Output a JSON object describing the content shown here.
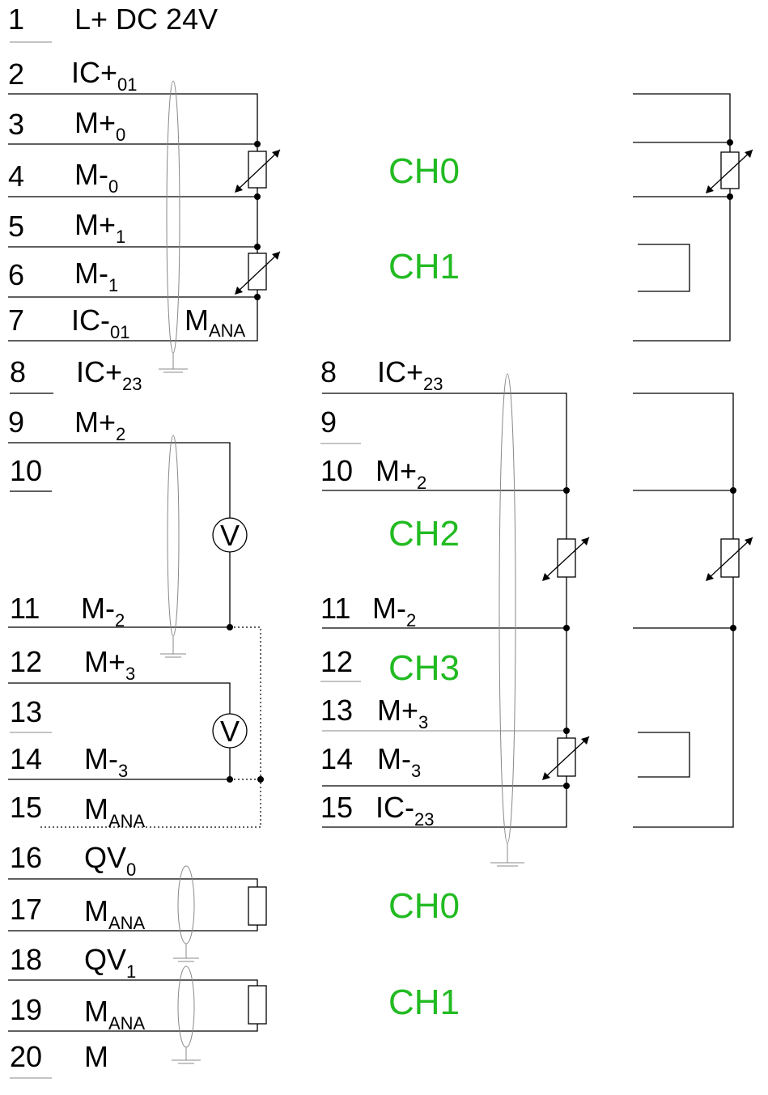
{
  "pins": [
    {
      "num": "1",
      "sig": "L+  DC 24V",
      "sub": ""
    },
    {
      "num": "2",
      "sig": "IC+",
      "sub": "01"
    },
    {
      "num": "3",
      "sig": "M+",
      "sub": "0"
    },
    {
      "num": "4",
      "sig": "M-",
      "sub": "0"
    },
    {
      "num": "5",
      "sig": "M+",
      "sub": "1"
    },
    {
      "num": "6",
      "sig": "M-",
      "sub": "1"
    },
    {
      "num": "7",
      "sig": "IC-",
      "sub": "01"
    },
    {
      "num": "8",
      "sig": "IC+",
      "sub": "23"
    },
    {
      "num": "9",
      "sig": "M+",
      "sub": "2"
    },
    {
      "num": "10",
      "sig": "",
      "sub": ""
    },
    {
      "num": "11",
      "sig": "M-",
      "sub": "2"
    },
    {
      "num": "12",
      "sig": "M+",
      "sub": "3"
    },
    {
      "num": "13",
      "sig": "",
      "sub": ""
    },
    {
      "num": "14",
      "sig": "M-",
      "sub": "3"
    },
    {
      "num": "15",
      "sig": "M",
      "sub": "ANA"
    },
    {
      "num": "16",
      "sig": "QV",
      "sub": "0"
    },
    {
      "num": "17",
      "sig": "M",
      "sub": "ANA"
    },
    {
      "num": "18",
      "sig": "QV",
      "sub": "1"
    },
    {
      "num": "19",
      "sig": "M",
      "sub": "ANA"
    },
    {
      "num": "20",
      "sig": "M",
      "sub": ""
    }
  ],
  "mana_label": {
    "sig": "M",
    "sub": "ANA"
  },
  "mid_pins": [
    {
      "num": "8",
      "sig": "IC+",
      "sub": "23"
    },
    {
      "num": "9",
      "sig": "",
      "sub": ""
    },
    {
      "num": "10",
      "sig": "M+",
      "sub": "2"
    },
    {
      "num": "11",
      "sig": "M-",
      "sub": "2"
    },
    {
      "num": "12",
      "sig": "",
      "sub": ""
    },
    {
      "num": "13",
      "sig": "M+",
      "sub": "3"
    },
    {
      "num": "14",
      "sig": "M-",
      "sub": "3"
    },
    {
      "num": "15",
      "sig": "IC-",
      "sub": "23"
    }
  ],
  "channels": {
    "ch0_in": "CH0",
    "ch1_in": "CH1",
    "ch2_in": "CH2",
    "ch3_in": "CH3",
    "ch0_out": "CH0",
    "ch1_out": "CH1"
  },
  "voltmeter_symbol": "V",
  "colors": {
    "channel": "#22bb22",
    "wire": "#000000"
  }
}
